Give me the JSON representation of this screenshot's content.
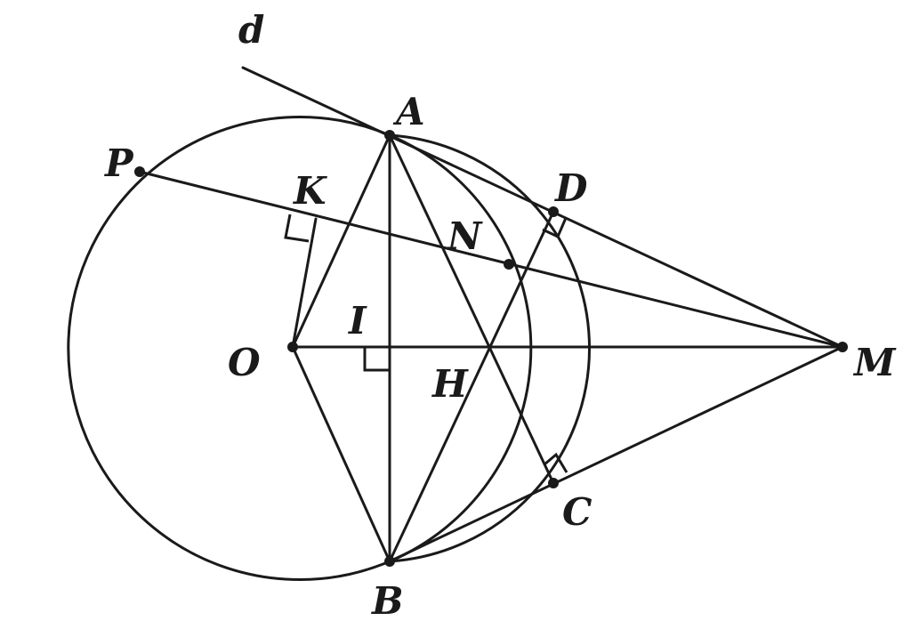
{
  "diagram": {
    "labels": {
      "d": "d",
      "A": "A",
      "P": "P",
      "K": "K",
      "D": "D",
      "N": "N",
      "I": "I",
      "O": "O",
      "H": "H",
      "M": "M",
      "C": "C",
      "B": "B"
    }
  }
}
